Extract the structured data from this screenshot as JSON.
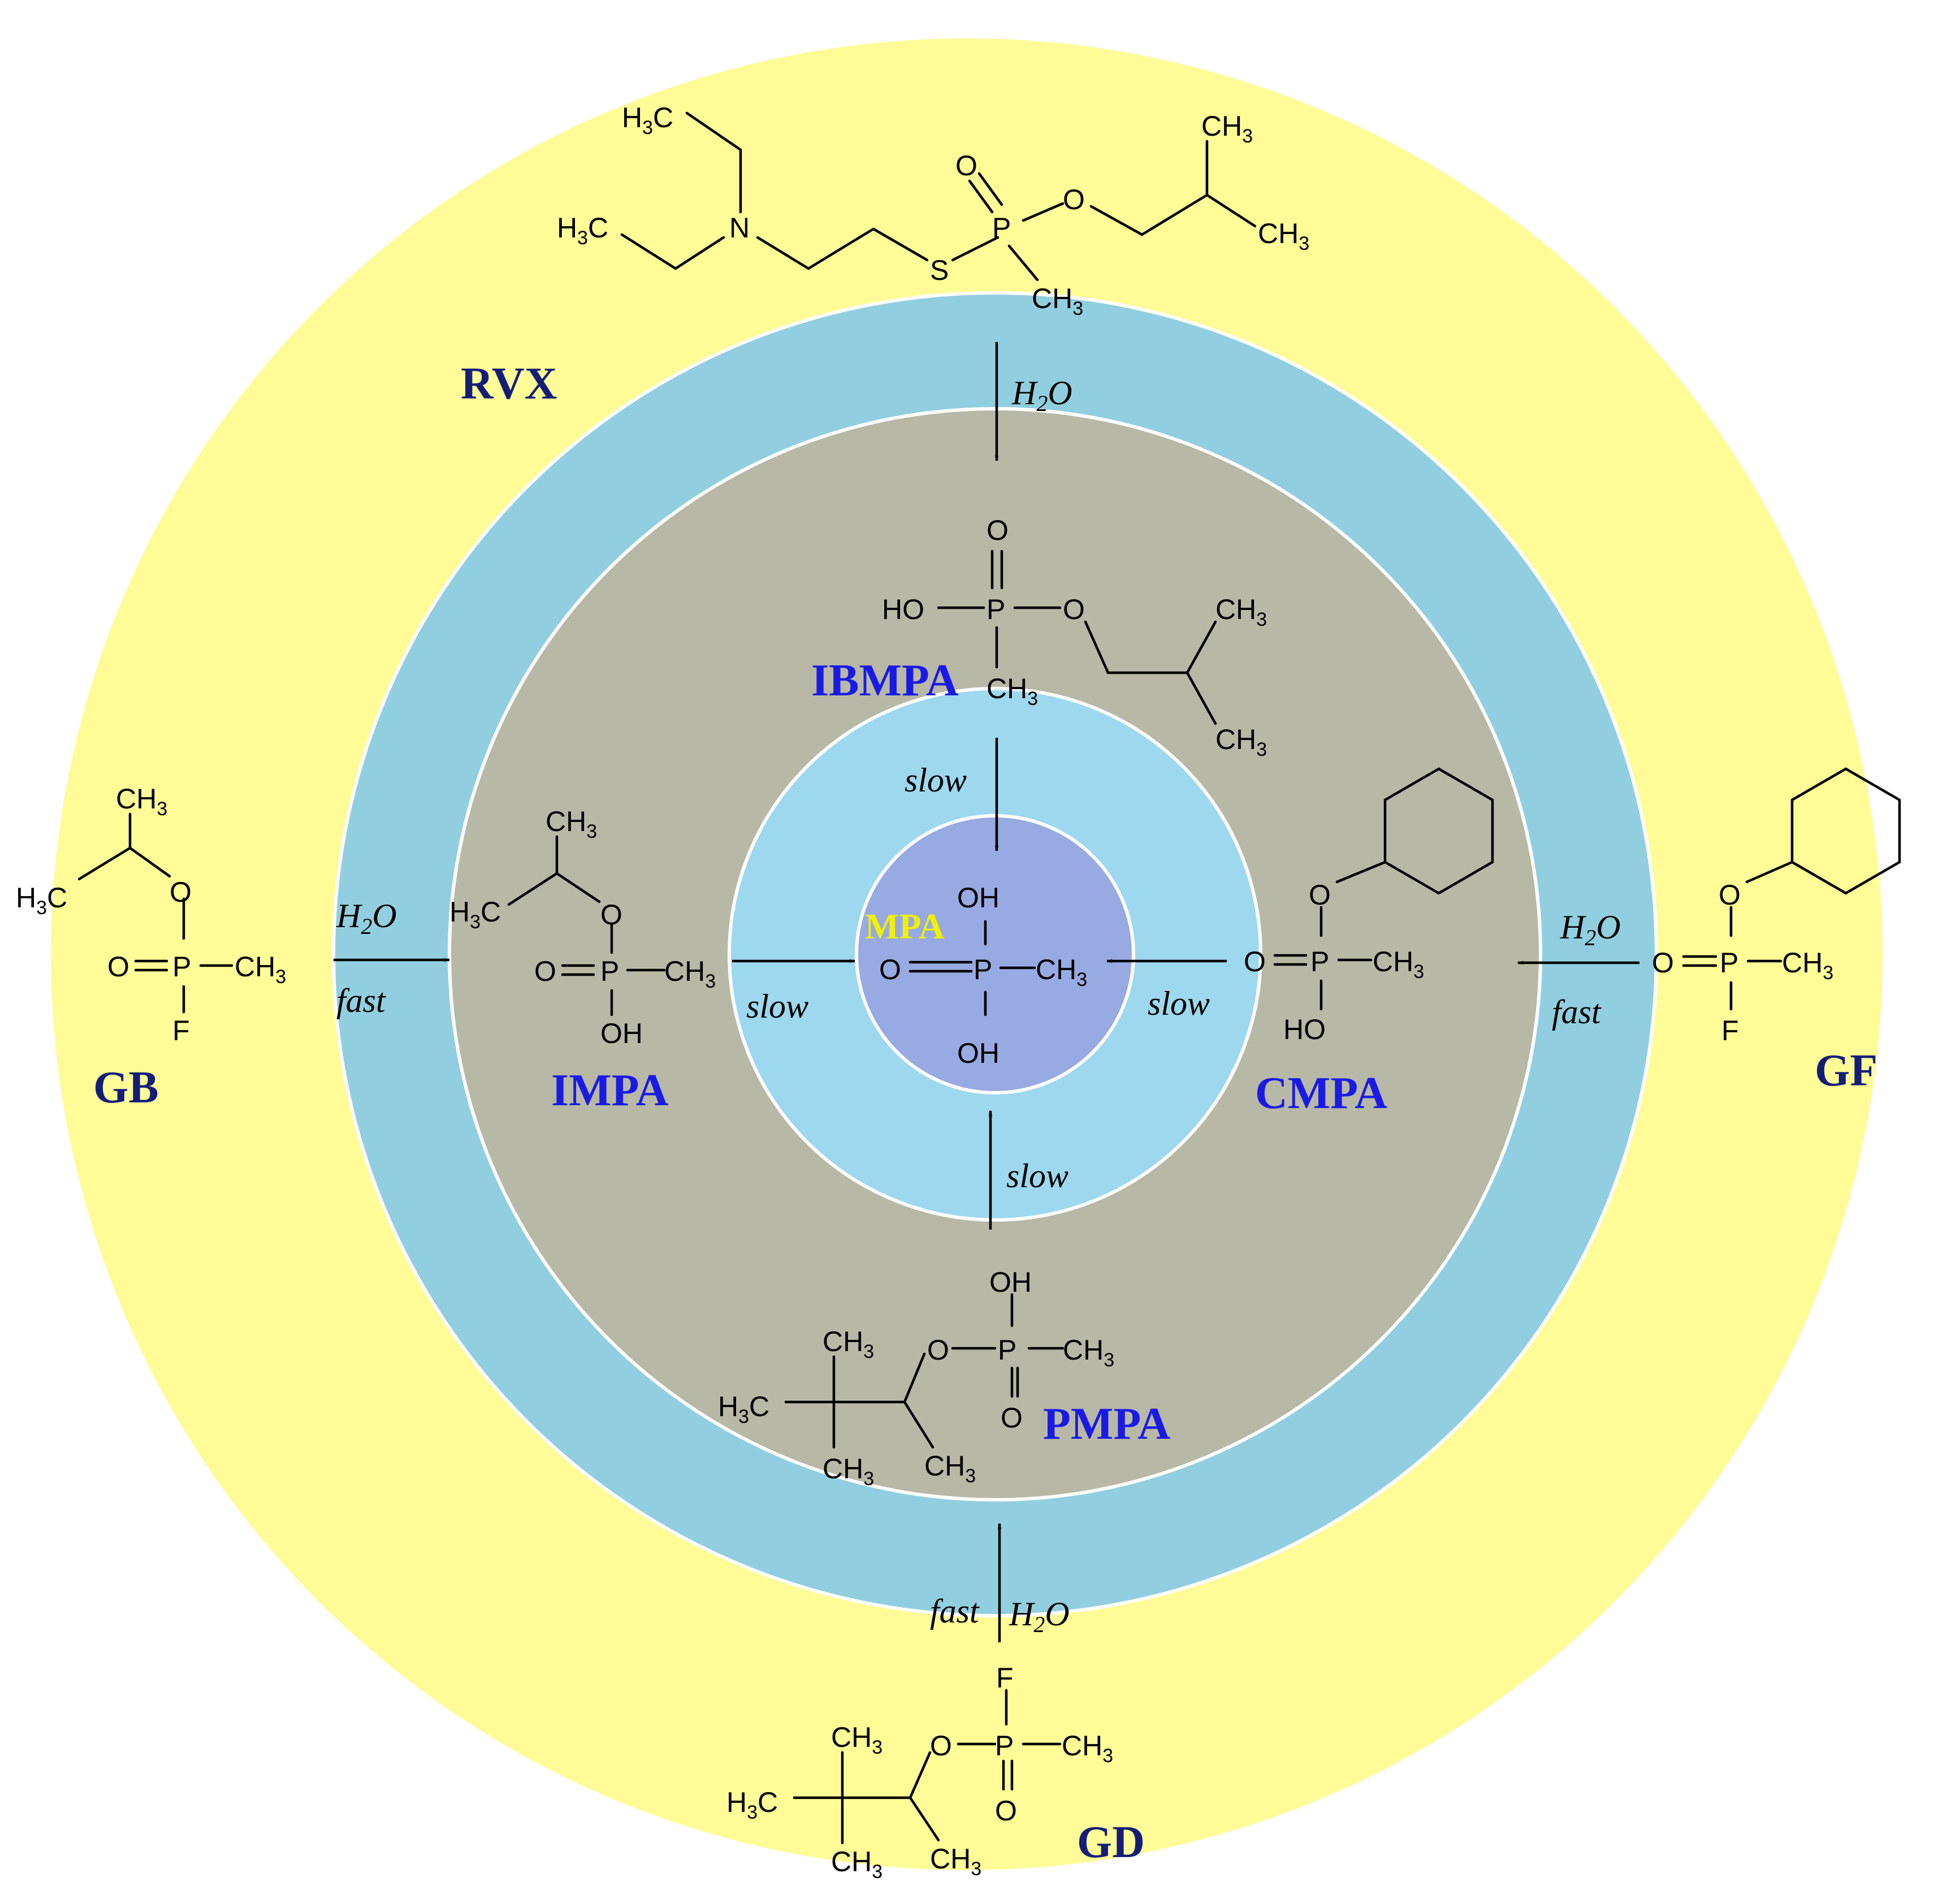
{
  "colors": {
    "outer_ring": "#fffb96",
    "second_ring": "#91cfe0",
    "third_ring": "#b8b8a6",
    "fourth_ring": "#9dd8ef",
    "core": "#98aae2",
    "ring_border": "#ffffff",
    "agent_label": "#141e78",
    "product_label": "#1a1ae6",
    "core_label": "#f0f000"
  },
  "labels": {
    "rvx": "RVX",
    "gb": "GB",
    "gf": "GF",
    "gd": "GD",
    "ibmpa": "IBMPA",
    "impa": "IMPA",
    "cmpa": "CMPA",
    "pmpa": "PMPA",
    "mpa": "MPA"
  },
  "conditions": {
    "water": "H",
    "water_sub": "2",
    "water_o": "O",
    "fast": "fast",
    "slow": "slow"
  },
  "atoms": {
    "P": "P",
    "O": "O",
    "S": "S",
    "N": "N",
    "F": "F",
    "HO": "HO",
    "OH": "OH",
    "C": "C",
    "H": "H",
    "three": "3",
    "CH3": "CH",
    "H3C": "H"
  }
}
